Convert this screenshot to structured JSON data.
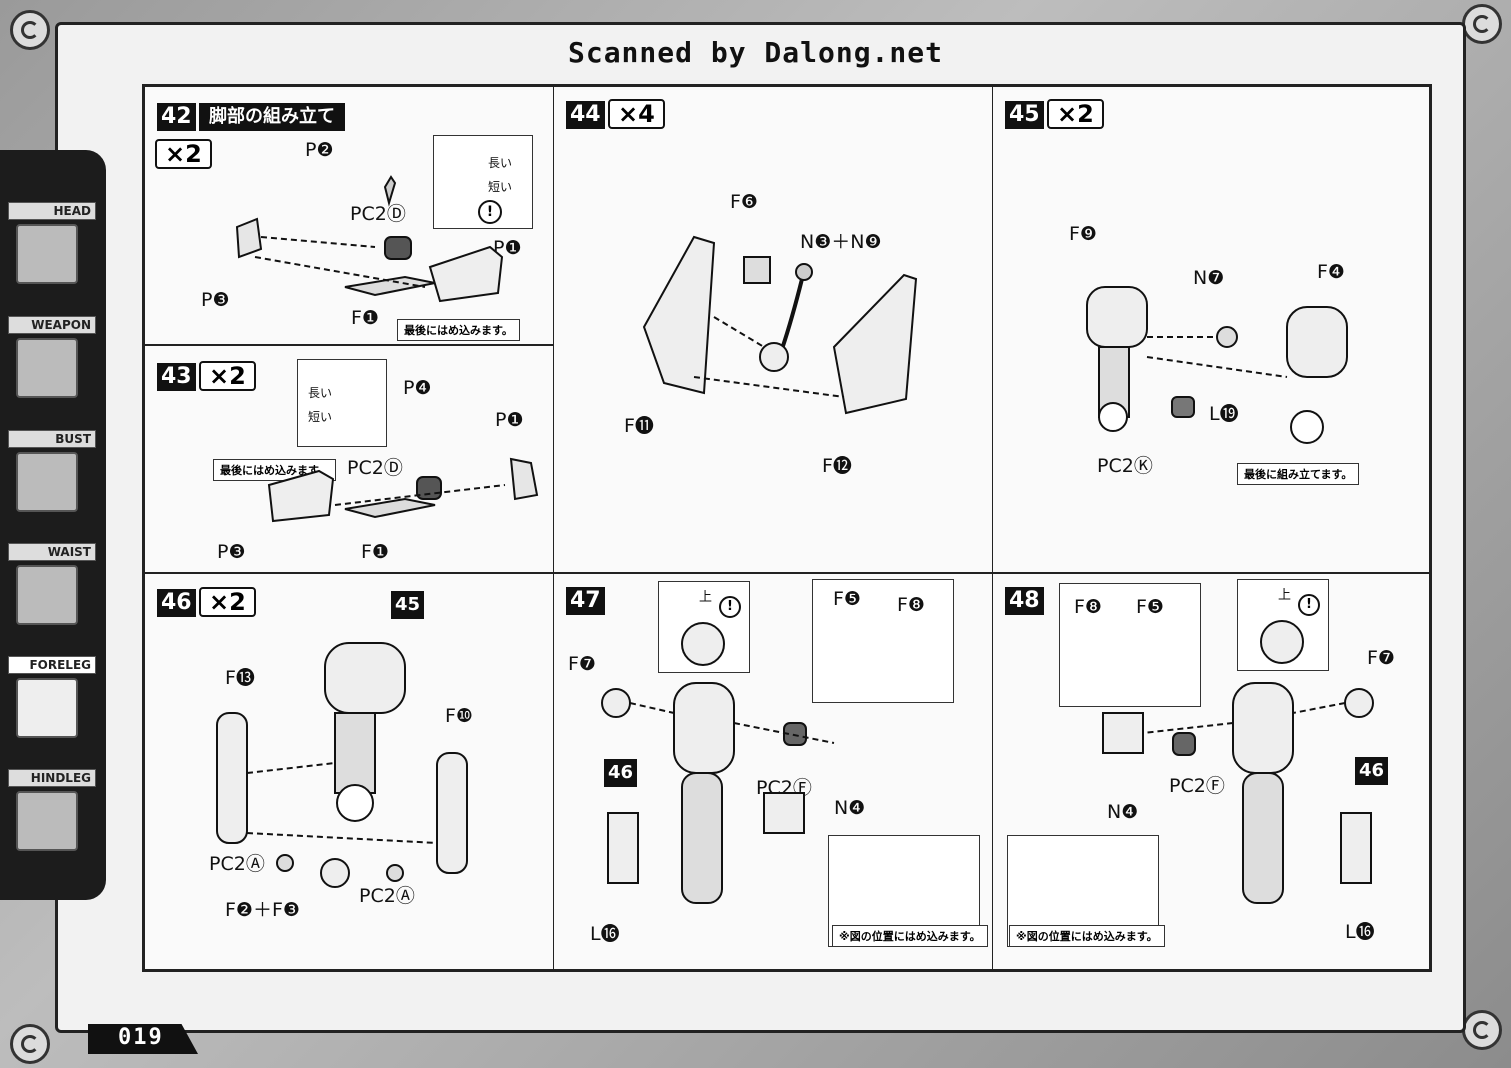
{
  "header": {
    "title": "Scanned by Dalong.net"
  },
  "sidebar": {
    "items": [
      {
        "label": "HEAD"
      },
      {
        "label": "WEAPON"
      },
      {
        "label": "BUST"
      },
      {
        "label": "WAIST"
      },
      {
        "label": "FORELEG"
      },
      {
        "label": "HINDLEG"
      }
    ]
  },
  "page_number": "019",
  "steps": {
    "s42": {
      "num": "42",
      "title": "脚部の組み立て",
      "mult": "×2",
      "labels": {
        "p2": "P❷",
        "pc2d": "PC2Ⓓ",
        "p1": "P❶",
        "p3": "P❸",
        "f1": "F❶",
        "long": "長い",
        "short": "短い"
      },
      "note": "最後にはめ込みます。"
    },
    "s43": {
      "num": "43",
      "mult": "×2",
      "labels": {
        "long": "長い",
        "short": "短い",
        "p4": "P❹",
        "p1": "P❶",
        "pc2d": "PC2Ⓓ",
        "p3": "P❸",
        "f1": "F❶"
      },
      "note": "最後にはめ込みます。"
    },
    "s44": {
      "num": "44",
      "mult": "×4",
      "labels": {
        "f6": "F❻",
        "n3n9": "N❸＋N❾",
        "f11": "F⓫",
        "f12": "F⓬"
      }
    },
    "s45": {
      "num": "45",
      "mult": "×2",
      "labels": {
        "f9": "F❾",
        "n7": "N❼",
        "f4": "F❹",
        "l19": "L⓳",
        "pc2k": "PC2Ⓚ"
      },
      "note": "最後に組み立てます。"
    },
    "s46": {
      "num": "46",
      "mult": "×2",
      "labels": {
        "ref45": "45",
        "f13": "F⓭",
        "f10": "F❿",
        "pc2a1": "PC2Ⓐ",
        "f2f3": "F❷＋F❸",
        "pc2a2": "PC2Ⓐ"
      }
    },
    "s47": {
      "num": "47",
      "labels": {
        "up": "上",
        "f5": "F❺",
        "f8": "F❽",
        "f7": "F❼",
        "ref46": "46",
        "pc2f": "PC2Ⓕ",
        "n4": "N❹",
        "l16": "L⓰"
      },
      "note": "※図の位置にはめ込みます。"
    },
    "s48": {
      "num": "48",
      "labels": {
        "f8": "F❽",
        "f5": "F❺",
        "up": "上",
        "f7": "F❼",
        "pc2f": "PC2Ⓕ",
        "ref46": "46",
        "n4": "N❹",
        "l16": "L⓰"
      },
      "note": "※図の位置にはめ込みます。"
    }
  }
}
